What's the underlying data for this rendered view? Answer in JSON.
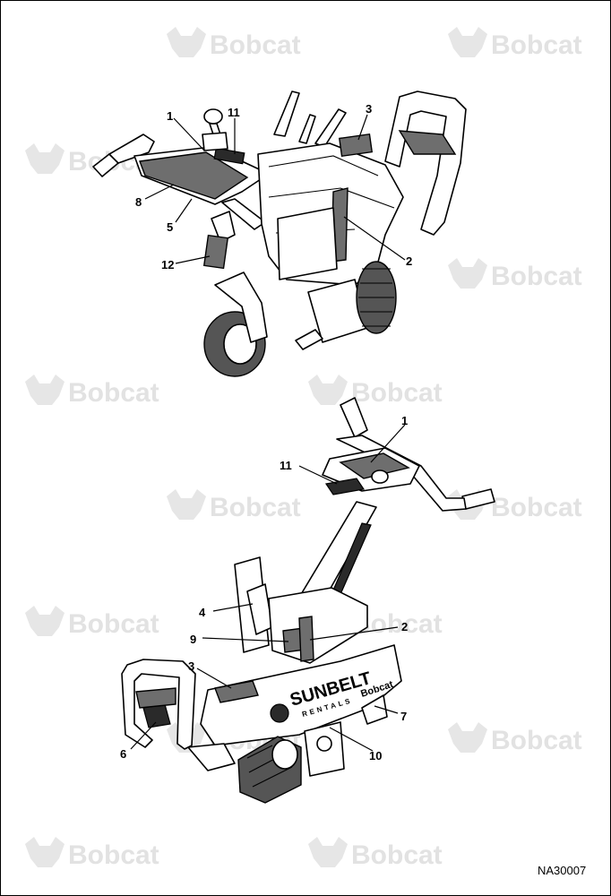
{
  "watermark": {
    "text": "Bobcat",
    "logo_icon": "bobcat-head-logo-icon",
    "color": "#e2e2e2"
  },
  "figure_code": "NA30007",
  "decal_brands": {
    "rental": "SUNBELT",
    "rental_sub": "RENTALS",
    "maker": "Bobcat"
  },
  "top_view": {
    "callouts": [
      "1",
      "11",
      "3",
      "8",
      "5",
      "12",
      "2"
    ]
  },
  "bottom_view": {
    "callouts": [
      "1",
      "11",
      "4",
      "2",
      "9",
      "3",
      "7",
      "6",
      "10"
    ]
  }
}
